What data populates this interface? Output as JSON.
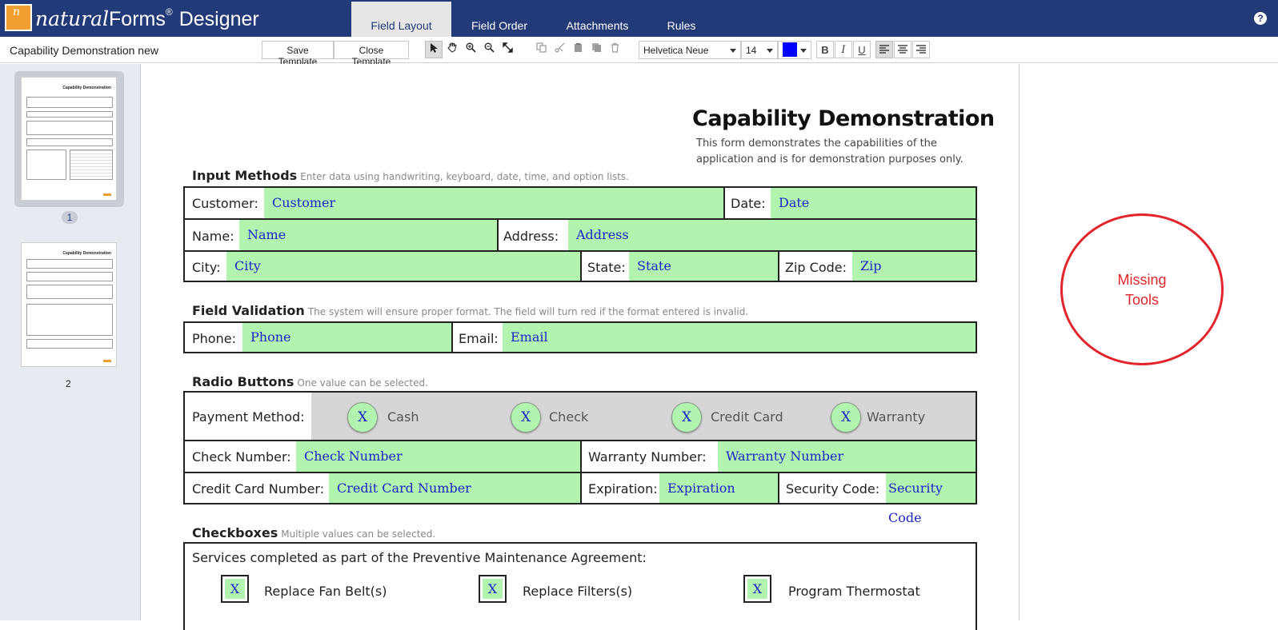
{
  "app": {
    "brand_natural": "natural",
    "brand_forms": "Forms",
    "brand_tm": "®",
    "brand_designer": "Designer",
    "logo_letter": "n",
    "tabs": [
      "Field Layout",
      "Field Order",
      "Attachments",
      "Rules"
    ],
    "active_tab": "Field Layout",
    "help": "?"
  },
  "toolbar": {
    "document_title": "Capability Demonstration new",
    "save_template": "Save Template",
    "close_template": "Close Template",
    "font_family": "Helvetica Neue",
    "font_size": "14",
    "font_color": "#0000ff",
    "bold": "B",
    "italic": "I",
    "underline": "U"
  },
  "pages": {
    "thumb_title": "Capability Demonstration",
    "page1": "1",
    "page2": "2"
  },
  "annotation": {
    "line1": "Missing",
    "line2": "Tools"
  },
  "form": {
    "title": "Capability Demonstration",
    "subtitle_line1": "This form demonstrates the capabilities of the",
    "subtitle_line2": "application and is for demonstration purposes only.",
    "input_methods": {
      "title": "Input Methods",
      "note": "Enter data using handwriting, keyboard, date, time, and option lists.",
      "customer_label": "Customer:",
      "customer_field": "Customer",
      "date_label": "Date:",
      "date_field": "Date",
      "name_label": "Name:",
      "name_field": "Name",
      "address_label": "Address:",
      "address_field": "Address",
      "city_label": "City:",
      "city_field": "City",
      "state_label": "State:",
      "state_field": "State",
      "zip_label": "Zip Code:",
      "zip_field": "Zip"
    },
    "field_validation": {
      "title": "Field Validation",
      "note": "The system will ensure proper format. The field will turn red if the format entered is invalid.",
      "phone_label": "Phone:",
      "phone_field": "Phone",
      "email_label": "Email:",
      "email_field": "Email"
    },
    "radio_buttons": {
      "title": "Radio Buttons",
      "note": "One value can be selected.",
      "payment_label": "Payment Method:",
      "mark": "X",
      "options": [
        "Cash",
        "Check",
        "Credit Card",
        "Warranty"
      ],
      "check_number_label": "Check Number:",
      "check_number_field": "Check Number",
      "warranty_number_label": "Warranty Number:",
      "warranty_number_field": "Warranty Number",
      "cc_number_label": "Credit Card Number:",
      "cc_number_field": "Credit Card Number",
      "expiration_label": "Expiration:",
      "expiration_field": "Expiration",
      "security_label": "Security Code:",
      "security_field": "Security Code"
    },
    "checkboxes": {
      "title": "Checkboxes",
      "note": "Multiple values can be selected.",
      "prompt": "Services completed as part of the Preventive Maintenance Agreement:",
      "mark": "X",
      "options": [
        "Replace Fan Belt(s)",
        "Replace Filters(s)",
        "Program Thermostat"
      ]
    }
  }
}
